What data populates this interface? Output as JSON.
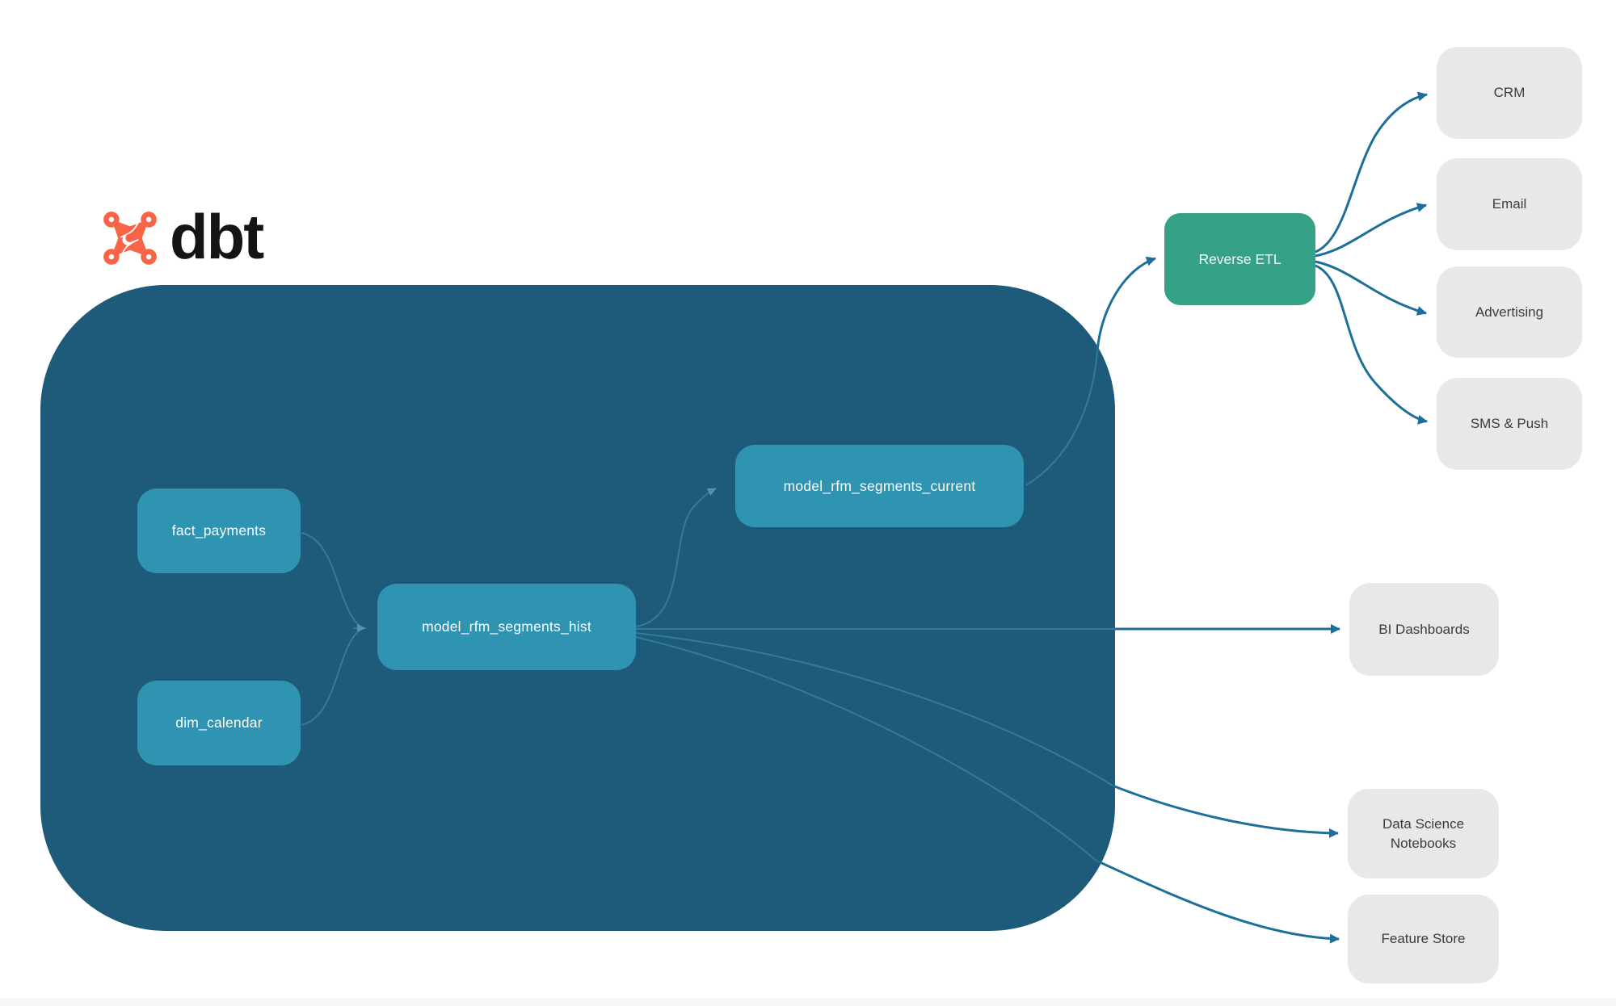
{
  "logo": {
    "brand": "dbt",
    "icon": "dbt-mark",
    "icon_color": "#f96449",
    "text_color": "#141414"
  },
  "colors": {
    "warehouse_container": "#1e5b7a",
    "model_node": "#2f93b2",
    "reverse_etl_node": "#35a287",
    "destination_node": "#e8e8e8",
    "edge_inside": "#327b9b",
    "edge_outside": "#1d6f99",
    "node_text_light": "#fdfdfd",
    "node_text_dark": "#3c3c3c"
  },
  "nodes": {
    "fact_payments": {
      "label": "fact_payments"
    },
    "dim_calendar": {
      "label": "dim_calendar"
    },
    "model_rfm_segments_hist": {
      "label": "model_rfm_segments_hist"
    },
    "model_rfm_segments_current": {
      "label": "model_rfm_segments_current"
    },
    "reverse_etl": {
      "label": "Reverse ETL"
    },
    "crm": {
      "label": "CRM"
    },
    "email": {
      "label": "Email"
    },
    "advertising": {
      "label": "Advertising"
    },
    "sms_push": {
      "label": "SMS & Push"
    },
    "bi_dashboards": {
      "label": "BI Dashboards"
    },
    "data_science_notebooks": {
      "label": "Data Science Notebooks"
    },
    "feature_store": {
      "label": "Feature Store"
    }
  },
  "edges": [
    {
      "from": "fact_payments",
      "to": "model_rfm_segments_hist"
    },
    {
      "from": "dim_calendar",
      "to": "model_rfm_segments_hist"
    },
    {
      "from": "model_rfm_segments_hist",
      "to": "model_rfm_segments_current"
    },
    {
      "from": "model_rfm_segments_current",
      "to": "reverse_etl"
    },
    {
      "from": "reverse_etl",
      "to": "crm"
    },
    {
      "from": "reverse_etl",
      "to": "email"
    },
    {
      "from": "reverse_etl",
      "to": "advertising"
    },
    {
      "from": "reverse_etl",
      "to": "sms_push"
    },
    {
      "from": "model_rfm_segments_hist",
      "to": "bi_dashboards"
    },
    {
      "from": "model_rfm_segments_hist",
      "to": "data_science_notebooks"
    },
    {
      "from": "model_rfm_segments_hist",
      "to": "feature_store"
    }
  ]
}
